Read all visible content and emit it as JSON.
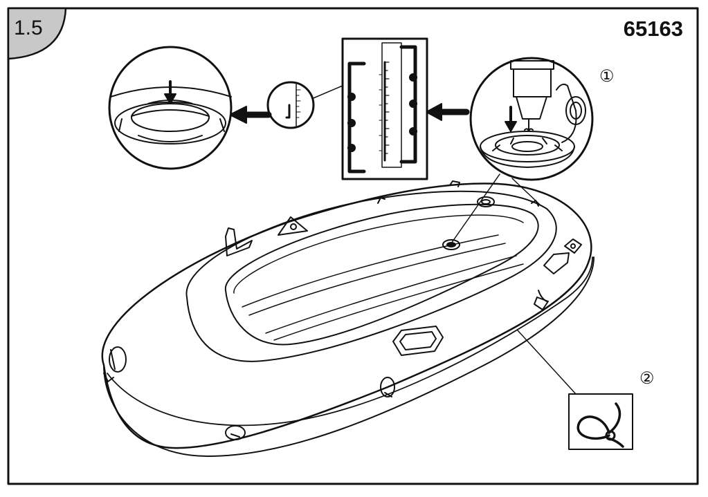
{
  "header": {
    "step_number": "1.5",
    "model_number": "65163"
  },
  "callouts": {
    "valve_marker": "①",
    "rope_marker": "②"
  },
  "colors": {
    "line": "#111111",
    "tab_fill": "#c8c8c8",
    "background": "#ffffff"
  },
  "icons": [
    "valve-detail",
    "valve-cap-detail",
    "valve-scale-detail",
    "rope-knot-detail",
    "arrow-left"
  ]
}
